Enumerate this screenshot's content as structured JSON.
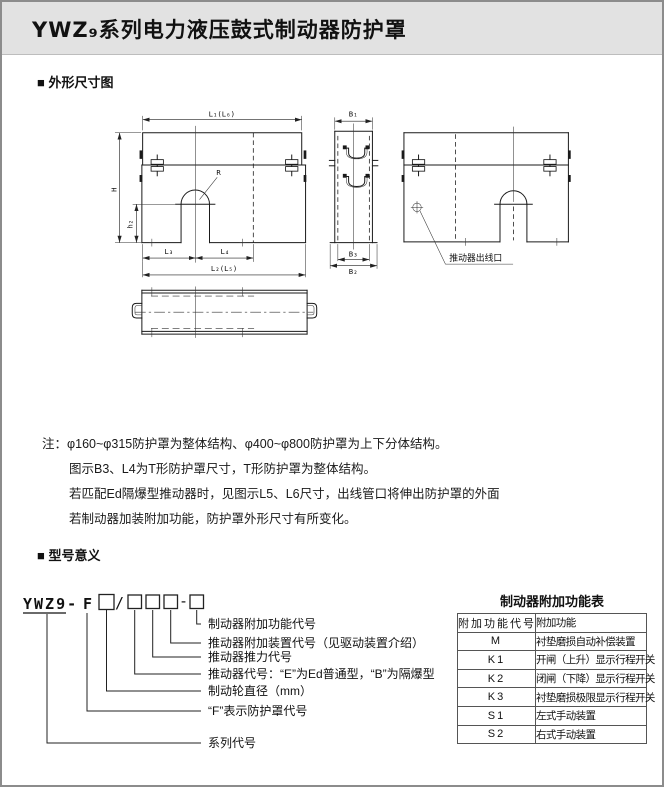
{
  "page": {
    "title": "YWZ₉系列电力液压鼓式制动器防护罩"
  },
  "sections": {
    "dimension": {
      "heading": "■ 外形尺寸图"
    },
    "model": {
      "heading": "■ 型号意义"
    }
  },
  "drawing": {
    "labels": {
      "l1": "L₁(L₆)",
      "l2": "L₂(L₅)",
      "l3": "L₃",
      "l4": "L₄",
      "b1": "B₁",
      "b2": "B₂",
      "b3": "B₃",
      "h": "H",
      "h2": "h₂",
      "r": "R",
      "outlet": "推动器出线口"
    }
  },
  "notes": {
    "prefix": "注：",
    "lines": [
      "φ160~φ315防护罩为整体结构、φ400~φ800防护罩为上下分体结构。",
      "图示B3、L4为T形防护罩尺寸，T形防护罩为整体结构。",
      "若匹配Ed隔爆型推动器时，见图示L5、L6尺寸，出线管口将伸出防护罩的外面",
      "若制动器加装附加功能，防护罩外形尺寸有所变化。"
    ]
  },
  "model_code": {
    "prefix": "YWZ9-",
    "f": "F",
    "slash": "/",
    "dash": "-",
    "labels": [
      "制动器附加功能代号",
      "推动器附加装置代号（见驱动装置介绍）",
      "推动器推力代号",
      "推动器代号：“E”为Ed普通型，“B”为隔爆型",
      "制动轮直径（mm）",
      "“F”表示防护罩代号",
      "系列代号"
    ]
  },
  "table": {
    "title": "制动器附加功能表",
    "headers": [
      "附加功能代号",
      "附加功能"
    ],
    "rows": [
      {
        "code": "M",
        "func": "衬垫磨损自动补偿装置"
      },
      {
        "code": "K1",
        "func": "开闸（上升）显示行程开关"
      },
      {
        "code": "K2",
        "func": "闭闸（下降）显示行程开关"
      },
      {
        "code": "K3",
        "func": "衬垫磨损极限显示行程开关"
      },
      {
        "code": "S1",
        "func": "左式手动装置"
      },
      {
        "code": "S2",
        "func": "右式手动装置"
      }
    ]
  }
}
